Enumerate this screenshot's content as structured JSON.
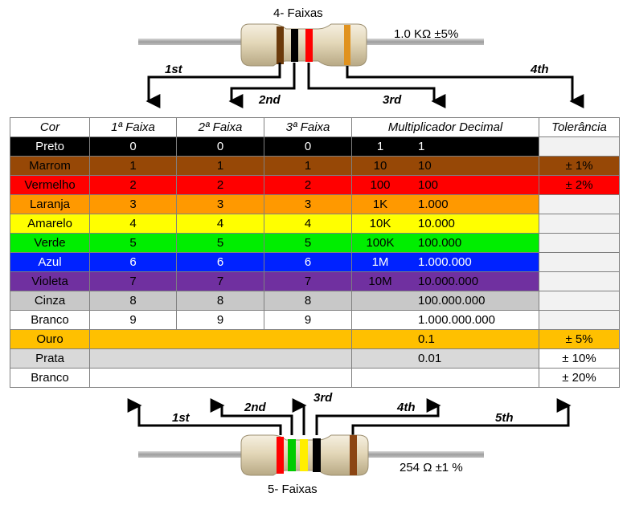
{
  "top_resistor": {
    "title": "4- Faixas",
    "value_label": "1.0 KΩ  ±5%"
  },
  "bottom_resistor": {
    "title": "5- Faixas",
    "value_label": "254 Ω  ±1 %"
  },
  "top_arrows": [
    "1st",
    "2nd",
    "3rd",
    "4th"
  ],
  "bottom_arrows": [
    "1st",
    "2nd",
    "3rd",
    "4th",
    "5th"
  ],
  "table": {
    "headers": [
      "Cor",
      "1ª Faixa",
      "2ª Faixa",
      "3ª Faixa",
      "Multiplicador Decimal",
      "Tolerância"
    ],
    "rows": [
      {
        "cor": "Preto",
        "f1": "0",
        "f2": "0",
        "f3": "0",
        "m1": "1",
        "m2": "1",
        "tol": "",
        "bg": "#000000",
        "fg": "#ffffff",
        "tol_bg": "#f2f2f2"
      },
      {
        "cor": "Marrom",
        "f1": "1",
        "f2": "1",
        "f3": "1",
        "m1": "10",
        "m2": "10",
        "tol": "± 1%",
        "bg": "#974806",
        "fg": "#000000",
        "tol_bg": "#974806"
      },
      {
        "cor": "Vermelho",
        "f1": "2",
        "f2": "2",
        "f3": "2",
        "m1": "100",
        "m2": "100",
        "tol": "± 2%",
        "bg": "#ff0000",
        "fg": "#000000",
        "tol_bg": "#ff0000"
      },
      {
        "cor": "Laranja",
        "f1": "3",
        "f2": "3",
        "f3": "3",
        "m1": "1K",
        "m2": "1.000",
        "tol": "",
        "bg": "#ff9900",
        "fg": "#000000",
        "tol_bg": "#f2f2f2"
      },
      {
        "cor": "Amarelo",
        "f1": "4",
        "f2": "4",
        "f3": "4",
        "m1": "10K",
        "m2": "10.000",
        "tol": "",
        "bg": "#ffff00",
        "fg": "#000000",
        "tol_bg": "#f2f2f2"
      },
      {
        "cor": "Verde",
        "f1": "5",
        "f2": "5",
        "f3": "5",
        "m1": "100K",
        "m2": "100.000",
        "tol": "",
        "bg": "#00ee00",
        "fg": "#000000",
        "tol_bg": "#f2f2f2"
      },
      {
        "cor": "Azul",
        "f1": "6",
        "f2": "6",
        "f3": "6",
        "m1": "1M",
        "m2": "1.000.000",
        "tol": "",
        "bg": "#0022ff",
        "fg": "#ffffff",
        "tol_bg": "#f2f2f2"
      },
      {
        "cor": "Violeta",
        "f1": "7",
        "f2": "7",
        "f3": "7",
        "m1": "10M",
        "m2": "10.000.000",
        "tol": "",
        "bg": "#7030a0",
        "fg": "#000000",
        "tol_bg": "#f2f2f2"
      },
      {
        "cor": "Cinza",
        "f1": "8",
        "f2": "8",
        "f3": "8",
        "m1": "",
        "m2": "100.000.000",
        "tol": "",
        "bg": "#c8c8c8",
        "fg": "#000000",
        "tol_bg": "#f2f2f2"
      },
      {
        "cor": "Branco",
        "f1": "9",
        "f2": "9",
        "f3": "9",
        "m1": "",
        "m2": "1.000.000.000",
        "tol": "",
        "bg": "#ffffff",
        "fg": "#000000",
        "tol_bg": "#f2f2f2"
      },
      {
        "cor": "Ouro",
        "f1": "",
        "f2": "",
        "f3": "",
        "m1": "",
        "m2": "0.1",
        "tol": "± 5%",
        "bg": "#ffc000",
        "fg": "#000000",
        "tol_bg": "#ffc000",
        "merge": true
      },
      {
        "cor": "Prata",
        "f1": "",
        "f2": "",
        "f3": "",
        "m1": "",
        "m2": "0.01",
        "tol": "± 10%",
        "bg": "#d9d9d9",
        "fg": "#000000",
        "tol_bg": "#ffffff",
        "merge": true
      },
      {
        "cor": "Branco",
        "f1": "",
        "f2": "",
        "f3": "",
        "m1": "",
        "m2": "",
        "tol": "± 20%",
        "bg": "#ffffff",
        "fg": "#000000",
        "tol_bg": "#ffffff",
        "merge": true
      }
    ]
  },
  "colors": {
    "lead": "#a8a8a8",
    "body": "#e6dcc2",
    "arrow": "#000000",
    "top_bands": [
      "#6b3a0b",
      "#000000",
      "#ff0000",
      "#e0921e"
    ],
    "bottom_bands": [
      "#ff0000",
      "#00cc00",
      "#ffee00",
      "#000000",
      "#8b4513"
    ]
  }
}
